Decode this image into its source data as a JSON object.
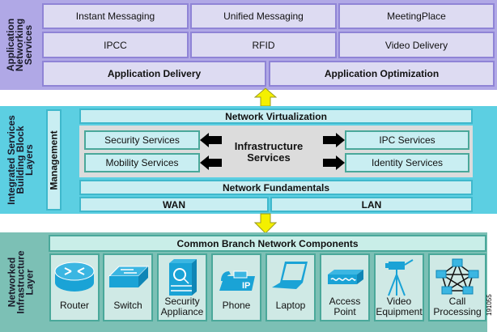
{
  "application_layer": {
    "label": "Application\nNetworking\nServices",
    "color": "#b0a8e6",
    "services": [
      "Instant Messaging",
      "Unified Messaging",
      "MeetingPlace",
      "IPCC",
      "RFID",
      "Video Delivery"
    ],
    "delivery": "Application Delivery",
    "optimization": "Application Optimization"
  },
  "integrated_layer": {
    "label": "Integrated Services\nBuilding Block\nLayers",
    "color": "#5ccfe2",
    "management": "Management",
    "virtualization": "Network Virtualization",
    "infrastructure": "Infrastructure\nServices",
    "left_services": [
      "Security Services",
      "Mobility Services"
    ],
    "right_services": [
      "IPC Services",
      "Identity Services"
    ],
    "fundamentals": "Network Fundamentals",
    "wan": "WAN",
    "lan": "LAN"
  },
  "infrastructure_layer": {
    "label": "Networked\nInfrastructure\nLayer",
    "color": "#7cc0b5",
    "components_title": "Common Branch Network Components",
    "components": [
      {
        "label": "Router",
        "icon": "router-icon"
      },
      {
        "label": "Switch",
        "icon": "switch-icon"
      },
      {
        "label": "Security\nAppliance",
        "icon": "security-appliance-icon"
      },
      {
        "label": "Phone",
        "icon": "ip-phone-icon"
      },
      {
        "label": "Laptop",
        "icon": "laptop-icon"
      },
      {
        "label": "Access\nPoint",
        "icon": "access-point-icon"
      },
      {
        "label": "Video\nEquipment",
        "icon": "video-camera-icon"
      },
      {
        "label": "Call\nProcessing",
        "icon": "call-processing-icon"
      }
    ]
  },
  "figure_id": "191055",
  "arrow_color": "#f4f000",
  "icon_color": "#1aa3d6"
}
